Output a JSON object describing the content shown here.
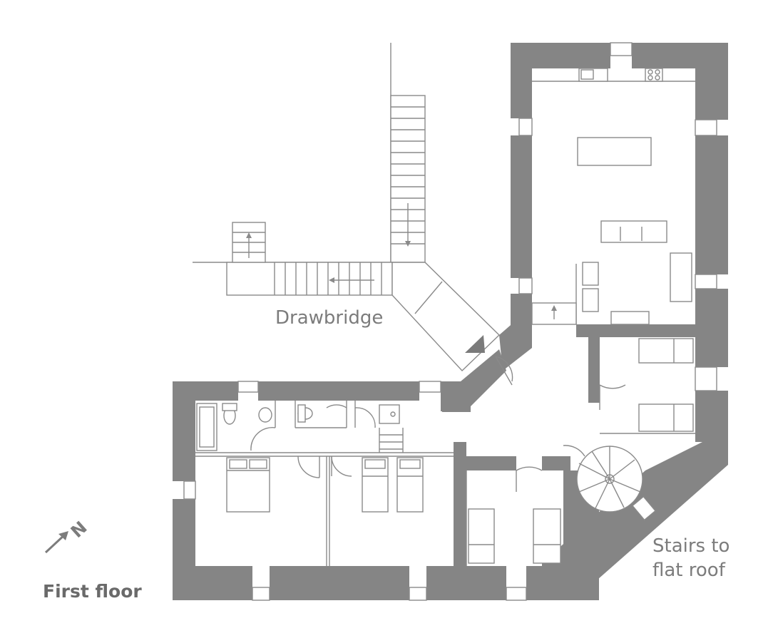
{
  "labels": {
    "drawbridge": "Drawbridge",
    "stairs_line1": "Stairs to",
    "stairs_line2": "flat roof",
    "floor_title": "First floor"
  },
  "compass": {
    "letter": "N",
    "icon": "north-arrow-icon"
  },
  "colors": {
    "wall": "#858585",
    "line": "#8a8a8a",
    "text": "#7c7c7c"
  }
}
